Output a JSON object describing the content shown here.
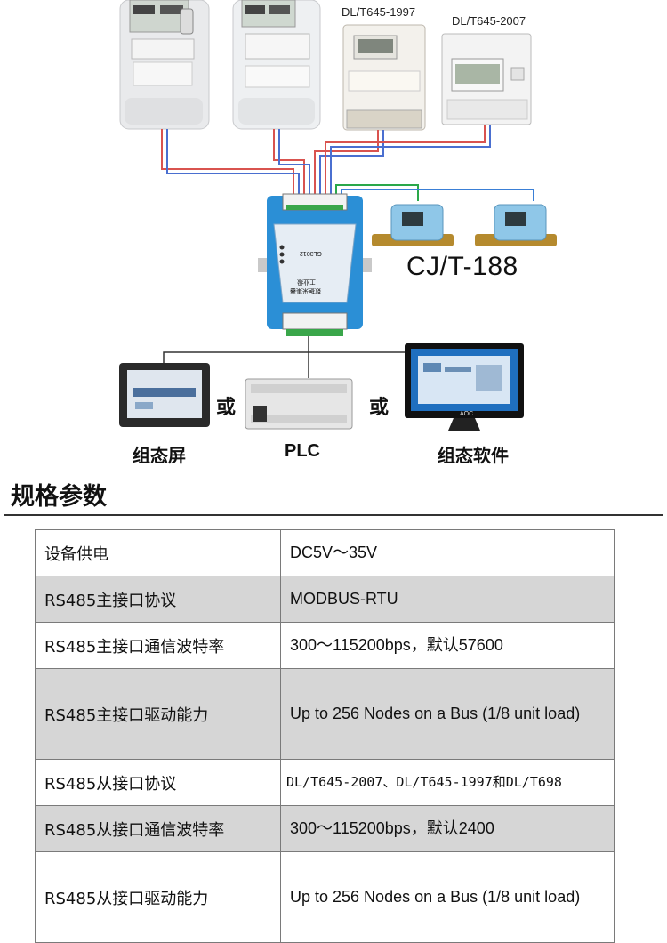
{
  "diagram": {
    "meter_labels": [
      "DL/T645-1997",
      "DL/T645-2007"
    ],
    "device_text": [
      "GL3012",
      "工业级",
      "数据采集器"
    ],
    "water_standard": "CJ/T-188",
    "or_word": "或",
    "captions": [
      "组态屏",
      "PLC",
      "组态软件"
    ],
    "brand": "AOC"
  },
  "section": {
    "title": "规格参数"
  },
  "spec_rows": [
    {
      "key": "设备供电",
      "value": "DC5V～35V"
    },
    {
      "key": "RS485主接口协议",
      "value": "MODBUS-RTU"
    },
    {
      "key": "RS485主接口通信波特率",
      "value": "300～115200bps，默认57600"
    },
    {
      "key": "RS485主接口驱动能力",
      "value": "Up to 256 Nodes on a Bus (1/8 unit load)"
    },
    {
      "key": "RS485从接口协议",
      "value": "DL/T645-2007、DL/T645-1997和DL/T698"
    },
    {
      "key": "RS485从接口通信波特率",
      "value": "300～115200bps，默认2400"
    },
    {
      "key": "RS485从接口驱动能力",
      "value": "Up to 256 Nodes on a Bus (1/8 unit load)"
    }
  ]
}
